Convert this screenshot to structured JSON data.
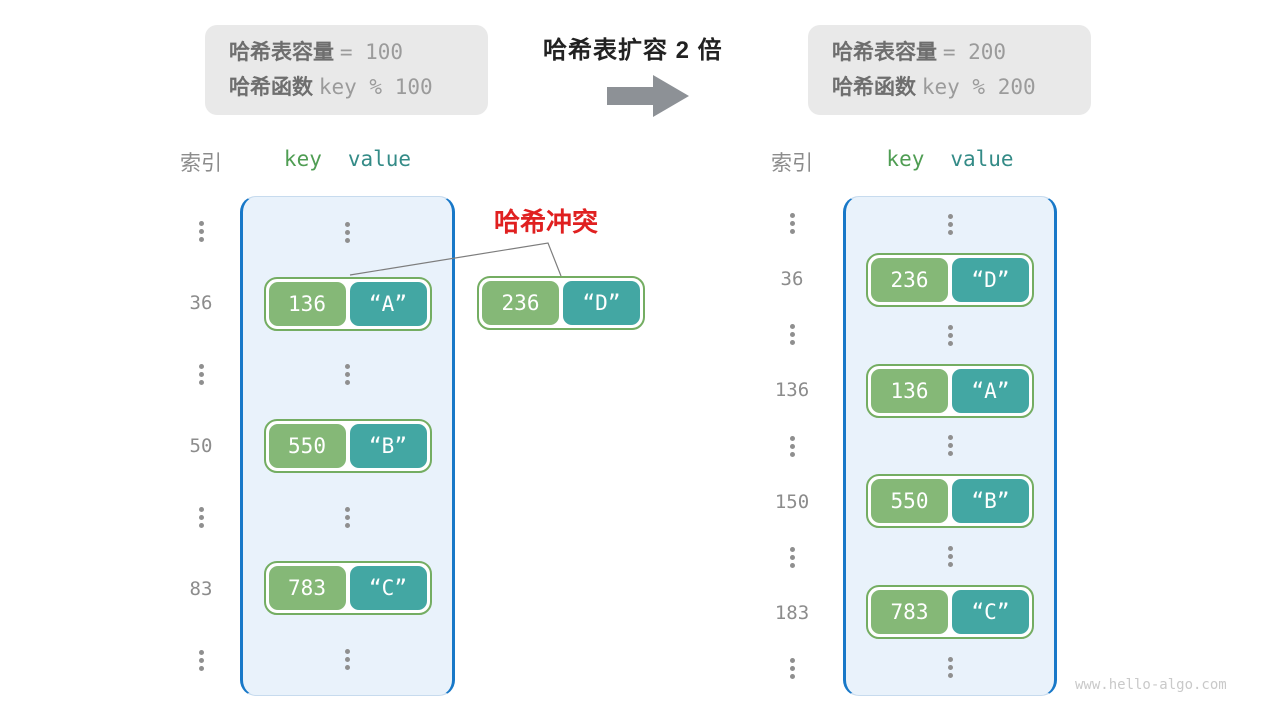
{
  "heading": "哈希表扩容 2 倍",
  "info_boxes": {
    "before": {
      "capacity_label": "哈希表容量",
      "capacity_value": "= 100",
      "hash_label": "哈希函数",
      "hash_value": "key % 100"
    },
    "after": {
      "capacity_label": "哈希表容量",
      "capacity_value": "= 200",
      "hash_label": "哈希函数",
      "hash_value": "key % 200"
    }
  },
  "collision": {
    "label": "哈希冲突",
    "pair": {
      "key": "236",
      "value": "“D”"
    }
  },
  "tables": {
    "before": {
      "index_header": "索引",
      "key_header": "key",
      "value_header": "value",
      "rows": [
        {
          "type": "ellipsis"
        },
        {
          "type": "pair",
          "index": "36",
          "key": "136",
          "value": "“A”"
        },
        {
          "type": "ellipsis"
        },
        {
          "type": "pair",
          "index": "50",
          "key": "550",
          "value": "“B”"
        },
        {
          "type": "ellipsis"
        },
        {
          "type": "pair",
          "index": "83",
          "key": "783",
          "value": "“C”"
        },
        {
          "type": "ellipsis"
        }
      ]
    },
    "after": {
      "index_header": "索引",
      "key_header": "key",
      "value_header": "value",
      "rows": [
        {
          "type": "ellipsis"
        },
        {
          "type": "pair",
          "index": "36",
          "key": "236",
          "value": "“D”"
        },
        {
          "type": "ellipsis"
        },
        {
          "type": "pair",
          "index": "136",
          "key": "136",
          "value": "“A”"
        },
        {
          "type": "ellipsis"
        },
        {
          "type": "pair",
          "index": "150",
          "key": "550",
          "value": "“B”"
        },
        {
          "type": "ellipsis"
        },
        {
          "type": "pair",
          "index": "183",
          "key": "783",
          "value": "“C”"
        },
        {
          "type": "ellipsis"
        }
      ]
    }
  },
  "watermark": "www.hello-algo.com",
  "colors": {
    "key_bg": "#85b877",
    "value_bg": "#43a7a3",
    "pair_border": "#74ad62",
    "bucket_bg": "#e9f2fb",
    "bucket_border": "#1878c8",
    "collision_red": "#e02020",
    "gray_text": "#8c8c8c",
    "key_text": "#4f9d53",
    "value_text": "#348b87",
    "infobox_bg": "#e9e9e9",
    "arrow_gray": "#8d9196"
  }
}
